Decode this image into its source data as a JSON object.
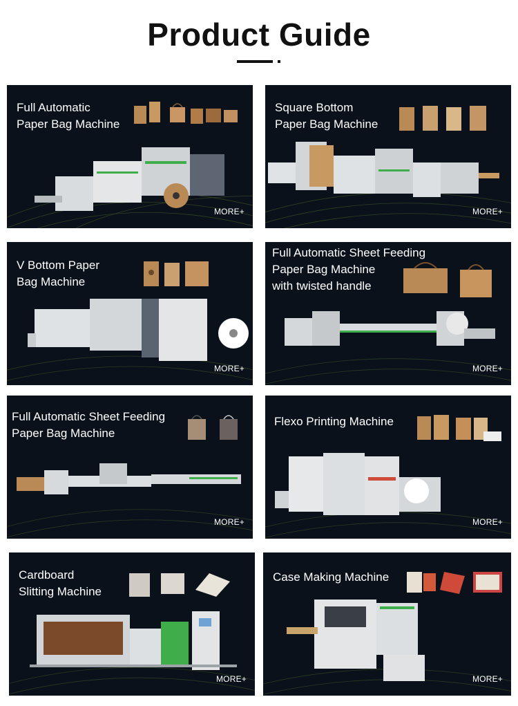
{
  "page": {
    "title": "Product Guide"
  },
  "cards": [
    {
      "lines": [
        "Full Automatic",
        "Paper Bag Machine"
      ],
      "more": "MORE+"
    },
    {
      "lines": [
        "Square Bottom",
        "Paper Bag Machine"
      ],
      "more": "MORE+"
    },
    {
      "lines": [
        "V Bottom Paper",
        "Bag Machine"
      ],
      "more": "MORE+"
    },
    {
      "lines": [
        "Full Automatic Sheet Feeding",
        "Paper Bag Machine",
        "with twisted handle"
      ],
      "more": "MORE+"
    },
    {
      "lines": [
        "Full Automatic Sheet Feeding",
        "Paper Bag Machine"
      ],
      "more": "MORE+"
    },
    {
      "lines": [
        "Flexo Printing Machine"
      ],
      "more": "MORE+"
    },
    {
      "lines": [
        "Cardboard",
        "Slitting Machine"
      ],
      "more": "MORE+"
    },
    {
      "lines": [
        "Case Making Machine"
      ],
      "more": "MORE+"
    }
  ],
  "colors": {
    "card_bg": "#0b111b",
    "accent_lines": "#8fbf3a",
    "machine_body": "#d9dcde",
    "machine_accent": "#3fae4a",
    "kraft": "#b98a55"
  }
}
